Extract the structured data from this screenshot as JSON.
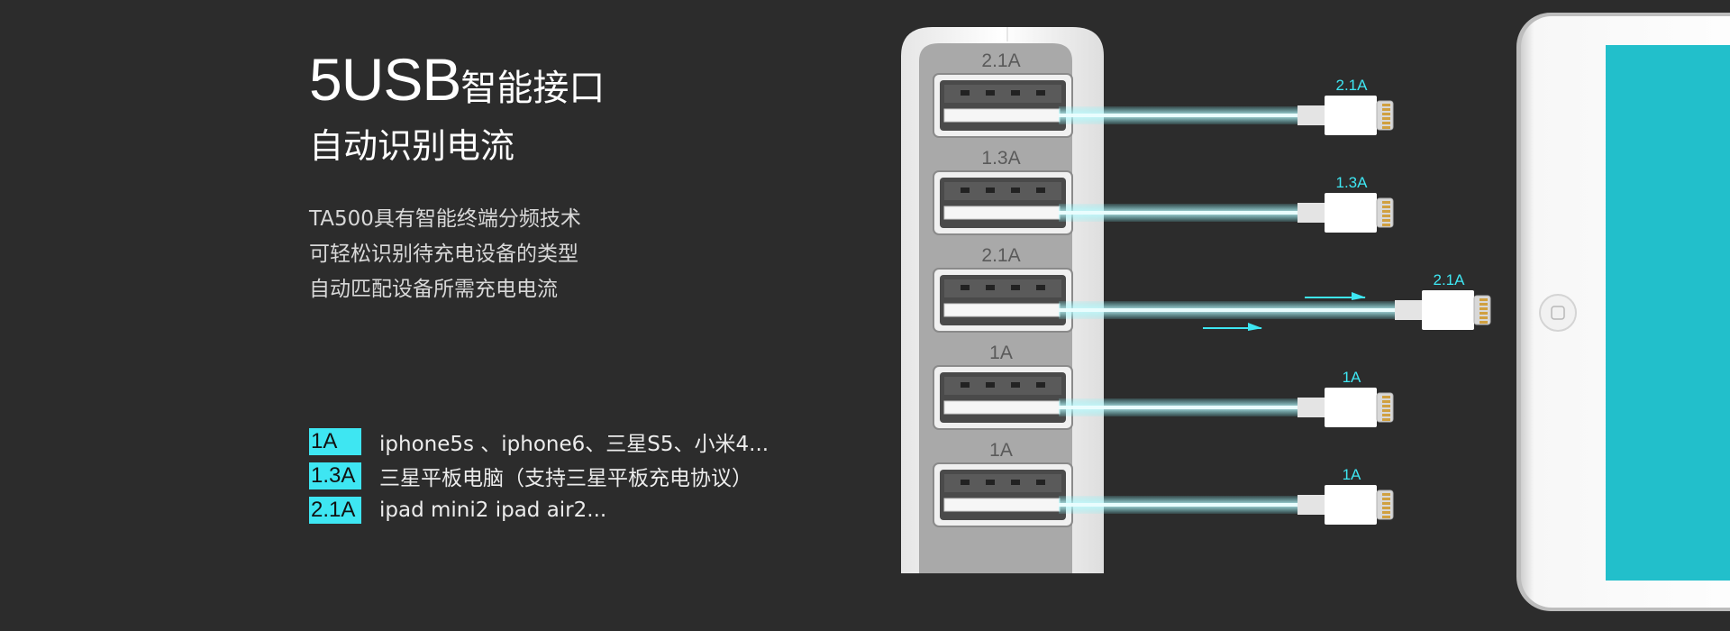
{
  "headline": {
    "big": "5USB",
    "rest": "智能接口",
    "subtitle": "自动识别电流"
  },
  "description": [
    "TA500具有智能终端分频技术",
    "可轻松识别待充电设备的类型",
    "自动匹配设备所需充电电流"
  ],
  "legend": [
    {
      "badge": "1A",
      "text": "iphone5s 、iphone6、三星S5、小米4..."
    },
    {
      "badge": "1.3A",
      "text": "三星平板电脑（支持三星平板充电协议）"
    },
    {
      "badge": "2.1A",
      "text": "ipad mini2  ipad air2..."
    }
  ],
  "ports": [
    {
      "label": "2.1A",
      "plug_label": "2.1A"
    },
    {
      "label": "1.3A",
      "plug_label": "1.3A"
    },
    {
      "label": "2.1A",
      "plug_label": "2.1A"
    },
    {
      "label": "1A",
      "plug_label": "1A"
    },
    {
      "label": "1A",
      "plug_label": "1A"
    }
  ],
  "colors": {
    "background": "#2c2c2c",
    "accent_cyan": "#3ee6f2",
    "tablet_screen": "#22bfcb",
    "charger_body": "#f4f4f4",
    "charger_panel": "#a9a9a9"
  }
}
